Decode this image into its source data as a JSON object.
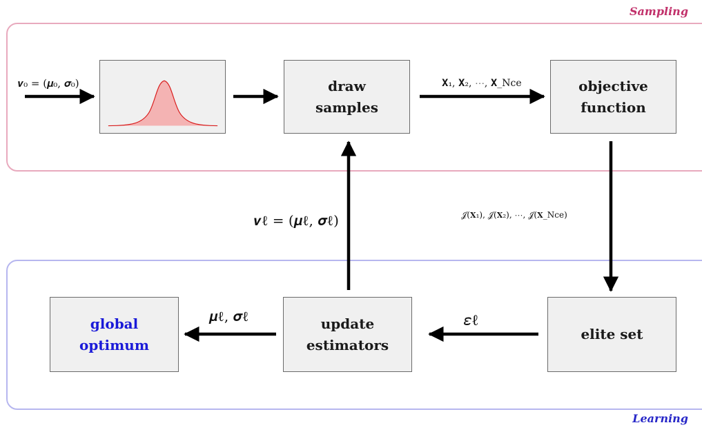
{
  "regions": {
    "sampling_label": "Sampling",
    "learning_label": "Learning"
  },
  "boxes": {
    "draw_samples": "draw\nsamples",
    "objective_function": "objective\nfunction",
    "elite_set": "elite set",
    "update_estimators": "update\nestimators",
    "global_optimum": "global\noptimum"
  },
  "labels": {
    "initial_params": "𝒗₀ = (𝝁₀, 𝝈₀)",
    "samples": "𝐗₁, 𝐗₂, ⋯, 𝐗_Nce",
    "updated_params": "𝒗ℓ = (𝝁ℓ, 𝝈ℓ)",
    "objective_values": "𝒥(𝐗₁), 𝒥(𝐗₂), ⋯, 𝒥(𝐗_Nce)",
    "elite_symbol": "𝜀ℓ",
    "estimators": "𝝁ℓ, 𝝈ℓ"
  },
  "colors": {
    "sampling_border": "#e8a9bd",
    "sampling_label": "#c1306a",
    "learning_border": "#b6b6ef",
    "learning_label": "#2828c8",
    "box_fill": "#f0f0f0",
    "global_optimum_text": "#1a1ad8",
    "gaussian_fill": "#f4b3b3",
    "gaussian_stroke": "#d81b1b"
  },
  "icons": {
    "distribution": "gaussian-curve-icon"
  }
}
